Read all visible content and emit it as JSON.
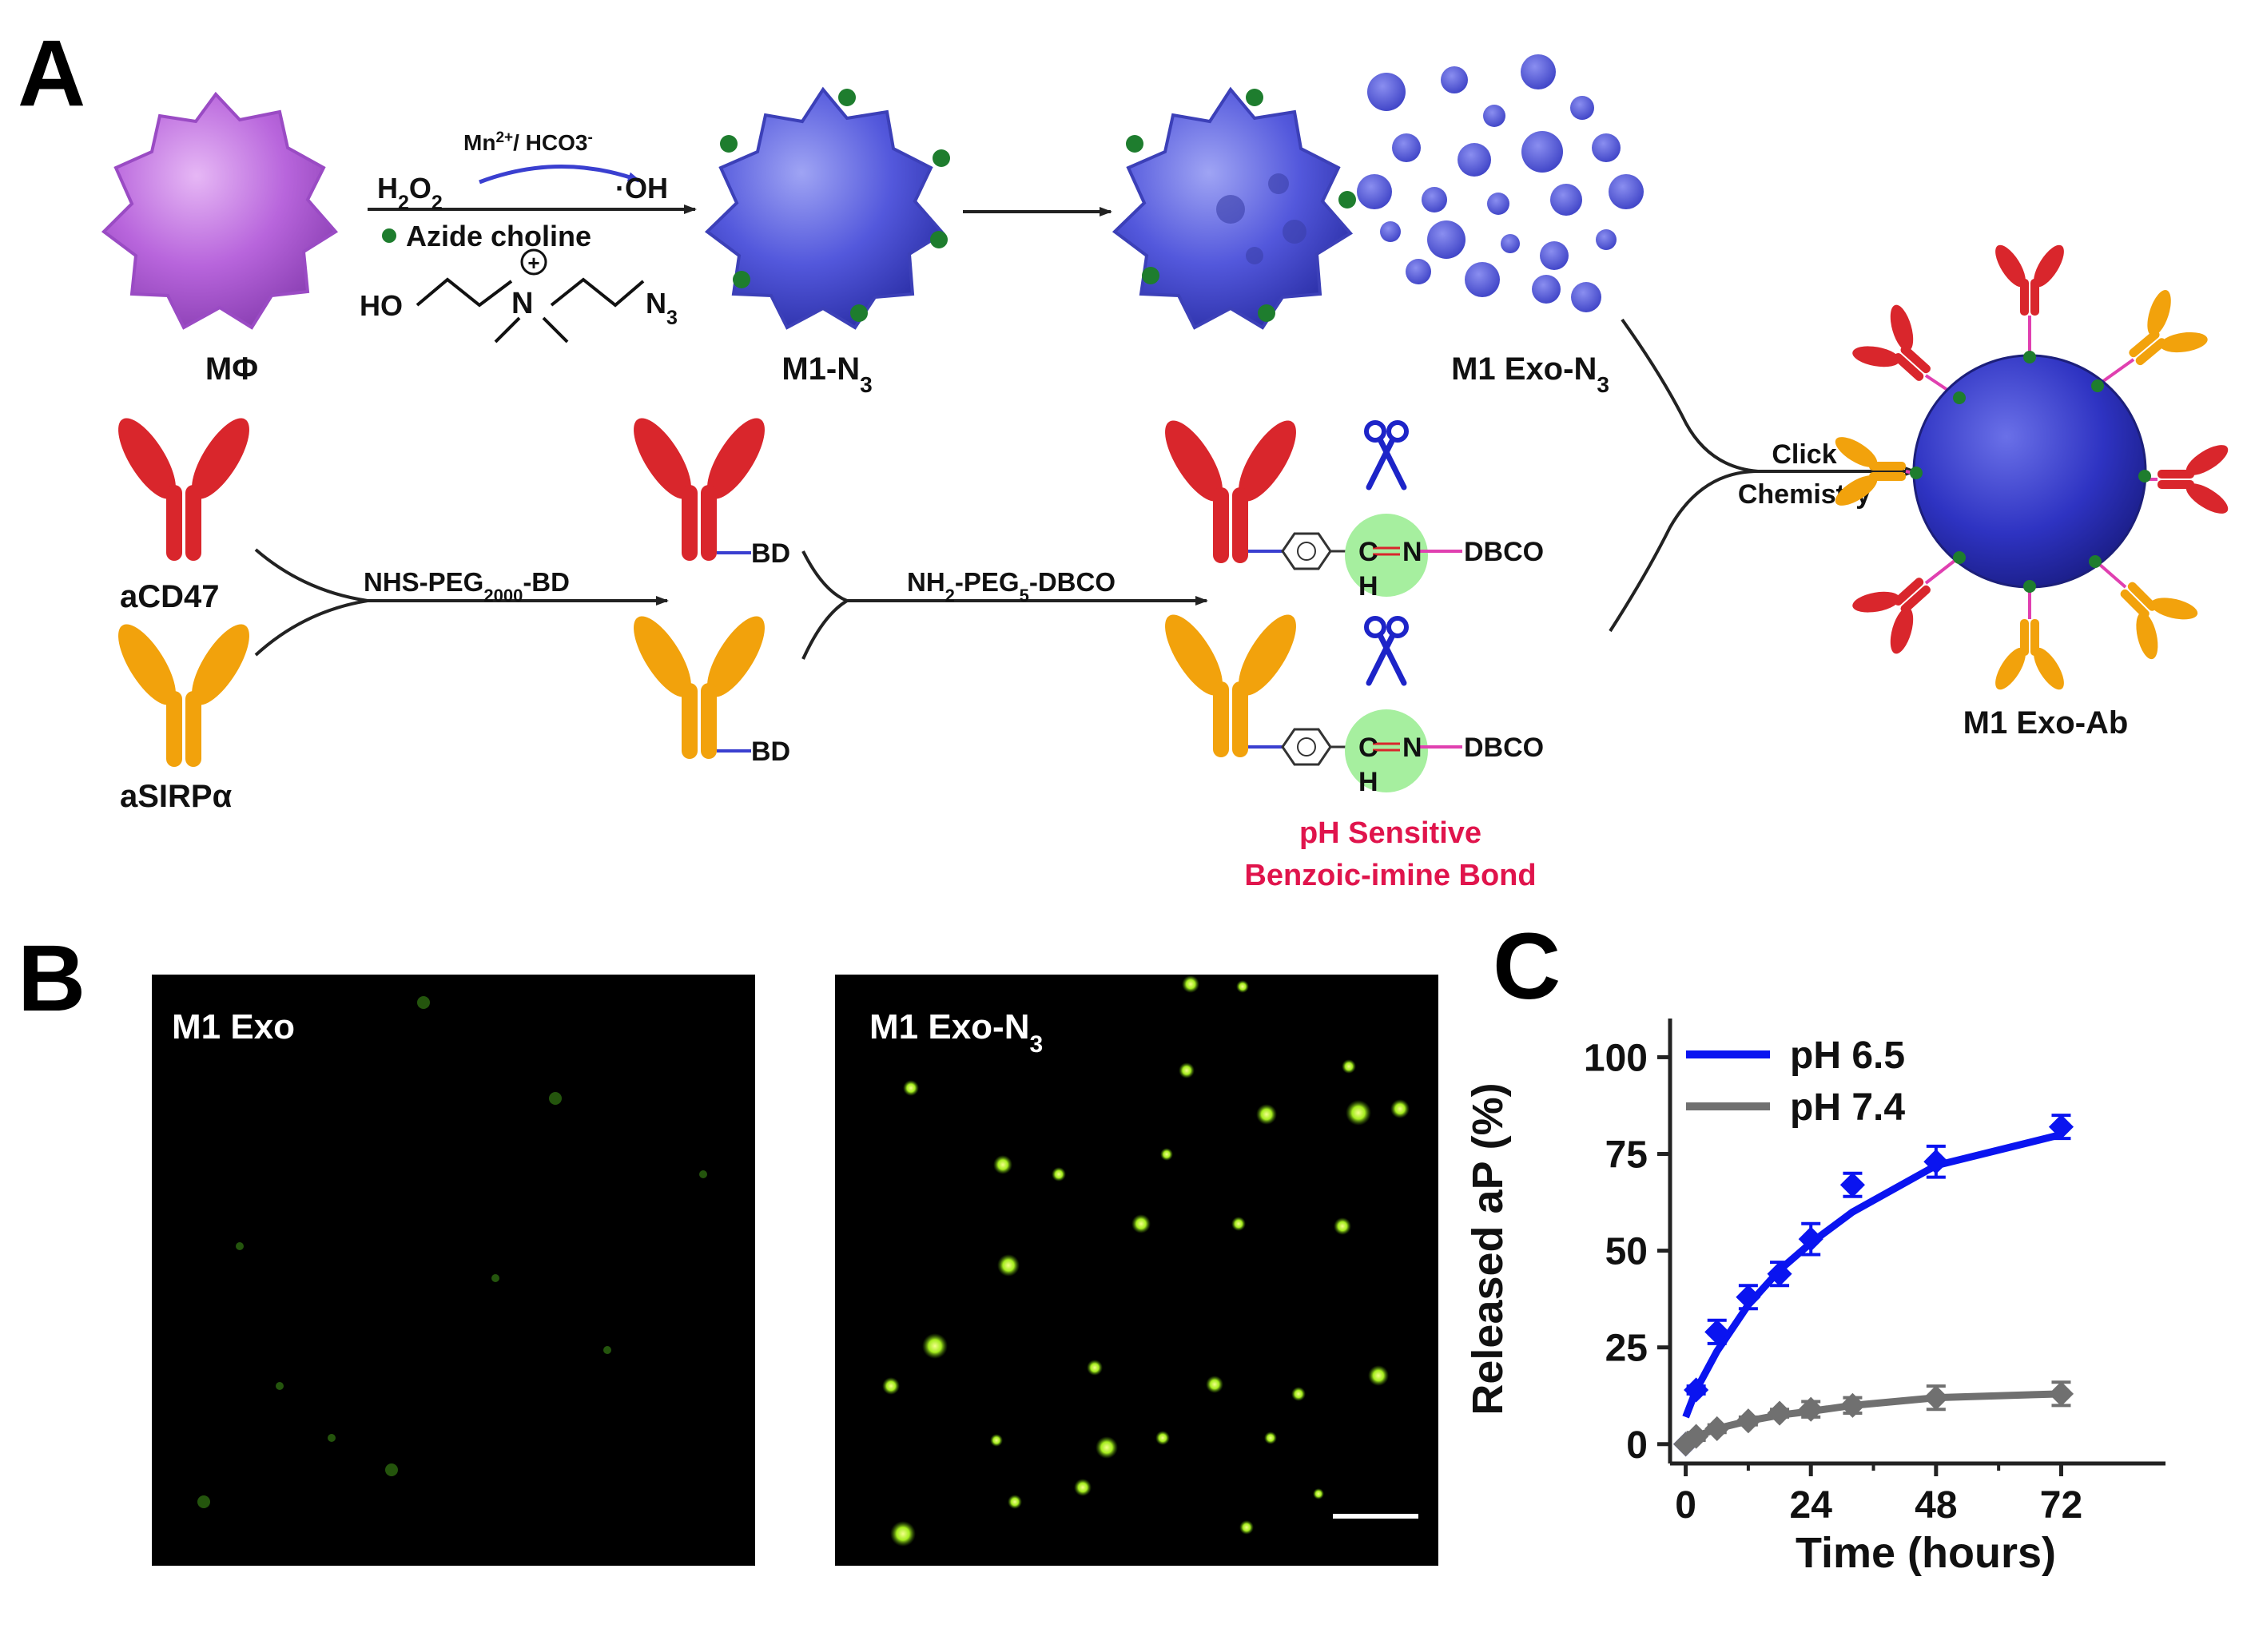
{
  "panel_a": {
    "letter": "A",
    "cells": {
      "macrophage": "MΦ",
      "m1_n3": "M1-N",
      "m1_n3_sub": "3",
      "m1_exo_n3": "M1 Exo-N",
      "m1_exo_n3_sub": "3",
      "m1_exo_ab": "M1 Exo-Ab"
    },
    "reaction1": {
      "catalyst": "Mn",
      "catalyst_sup": "2+",
      "catalyst_rest": "/ HCO3",
      "catalyst_rest_sup": "-",
      "reactant": "H",
      "reactant_sub1": "2",
      "reactant_o": "O",
      "reactant_sub2": "2",
      "product": "·OH",
      "reagent": "Azide choline"
    },
    "choline_structure": {
      "ho": "HO",
      "n_plus": "N",
      "plus": "+",
      "n3": "N",
      "n3_sub": "3"
    },
    "antibodies": {
      "cd47": "aCD47",
      "sirpa": "aSIRPα"
    },
    "step1": {
      "reagent": "NHS-PEG",
      "sub": "2000",
      "suffix": "-BD"
    },
    "step2": {
      "reagent": "NH",
      "sub1": "2",
      "mid": "-PEG",
      "sub2": "5",
      "suffix": "-DBCO"
    },
    "bd_label": "BD",
    "imine": {
      "c": "C",
      "n": "N",
      "h": "H",
      "dbco": "DBCO"
    },
    "bond_note_line1": "pH Sensitive",
    "bond_note_line2": "Benzoic-imine Bond",
    "click_line1": "Click",
    "click_line2": "Chemistry"
  },
  "panel_b": {
    "letter": "B",
    "left_label": "M1 Exo",
    "right_label": "M1 Exo-N",
    "right_label_sub": "3"
  },
  "panel_c": {
    "letter": "C"
  },
  "colors": {
    "cd47": "#d9262c",
    "sirpa": "#f2a20c",
    "macrophage": "#b15fd6",
    "m1": "#4d52d8",
    "exo_dot": "#5055d4",
    "azide": "#1e7d2e",
    "linker": "#3a3fd0",
    "dbco_linker": "#e040b0",
    "imine_circle": "#a6ef9f",
    "ph65": "#0a14f0",
    "ph74": "#707070",
    "fluor": "#8fe21a"
  },
  "chart_data": {
    "type": "line",
    "xlabel": "Time (hours)",
    "ylabel": "Released aP (%)",
    "xticks": [
      0,
      24,
      48,
      72
    ],
    "yticks": [
      0,
      25,
      50,
      75,
      100
    ],
    "xlim": [
      -3,
      92
    ],
    "ylim": [
      -5,
      110
    ],
    "legend": "top-left",
    "series": [
      {
        "name": "pH 6.5",
        "color": "#0a14f0",
        "x": [
          0,
          2,
          6,
          12,
          18,
          24,
          32,
          48,
          72
        ],
        "y": [
          0,
          14,
          29,
          38,
          44,
          53,
          67,
          73,
          82
        ],
        "err": [
          0,
          1,
          3,
          3,
          3,
          4,
          3,
          4,
          3
        ],
        "fit_y": [
          7,
          14,
          24,
          36,
          45,
          52,
          60,
          72,
          80
        ]
      },
      {
        "name": "pH 7.4",
        "color": "#707070",
        "x": [
          0,
          2,
          6,
          12,
          18,
          24,
          32,
          48,
          72
        ],
        "y": [
          0,
          2,
          4,
          6,
          8,
          9,
          10,
          12,
          13
        ],
        "err": [
          0,
          1,
          1,
          1,
          1,
          2,
          2,
          3,
          3
        ],
        "fit_y": [
          0,
          2,
          4,
          6,
          7.5,
          8.5,
          10,
          12,
          13
        ]
      }
    ]
  }
}
